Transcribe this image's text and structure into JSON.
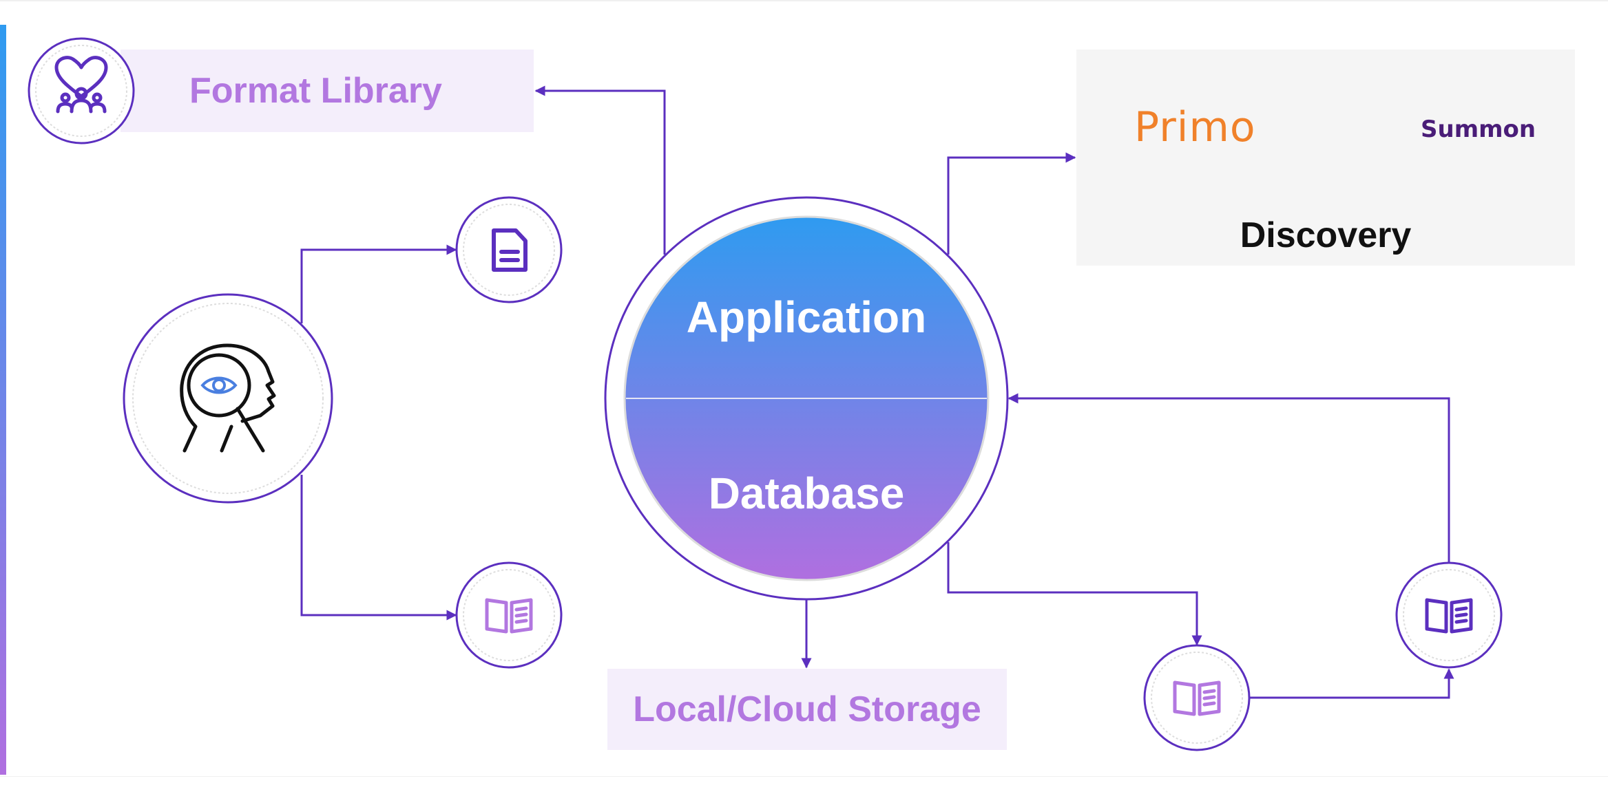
{
  "boxes": {
    "format_library": "Format Library",
    "local_cloud_storage": "Local/Cloud Storage",
    "discovery": "Discovery",
    "primo": "Primo",
    "summon": "Summon"
  },
  "hub": {
    "top_label": "Application",
    "bottom_label": "Database"
  },
  "icons": {
    "format_library": "people-heart-icon",
    "document": "document-icon",
    "book": "open-book-icon",
    "analysis": "head-magnifier-eye-icon"
  },
  "colors": {
    "connector": "#5b2fbf",
    "hub_gradient_top": "#2f9bf0",
    "hub_gradient_bottom": "#b06fe0",
    "label_purple": "#b277e0",
    "label_bg": "#f4eefb",
    "primo_orange": "#f0812a",
    "summon_purple": "#4a1d78"
  }
}
